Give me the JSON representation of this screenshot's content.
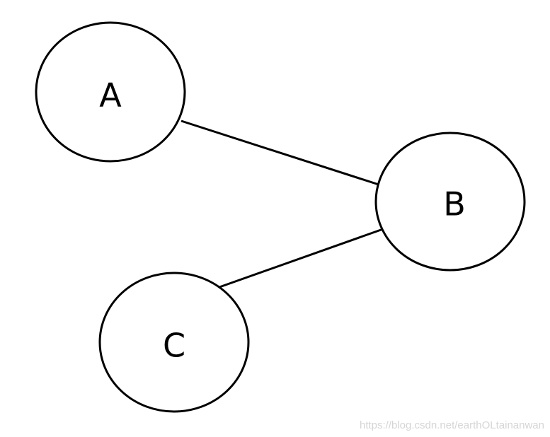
{
  "nodes": [
    {
      "id": "A",
      "label": "A"
    },
    {
      "id": "B",
      "label": "B"
    },
    {
      "id": "C",
      "label": "C"
    }
  ],
  "edges": [
    {
      "from": "A",
      "to": "B"
    },
    {
      "from": "C",
      "to": "B"
    }
  ],
  "watermark": "https://blog.csdn.net/earthOLtainanwan",
  "colors": {
    "background": "#ffffff",
    "stroke": "#000000",
    "watermark": "#d5d5d5"
  }
}
